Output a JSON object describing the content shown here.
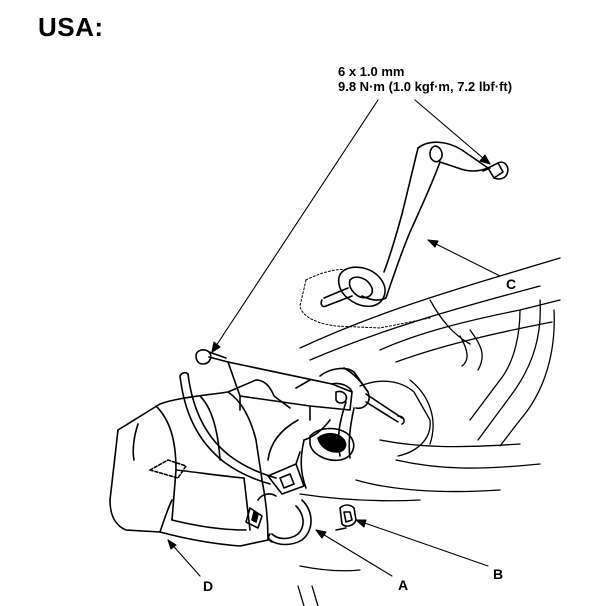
{
  "region_title": "USA:",
  "spec": {
    "bolt_size": "6 x 1.0 mm",
    "torque": "9.8 N·m (1.0 kgf·m, 7.2 lbf·ft)"
  },
  "callouts": {
    "a": "A",
    "b": "B",
    "c": "C",
    "d": "D"
  }
}
